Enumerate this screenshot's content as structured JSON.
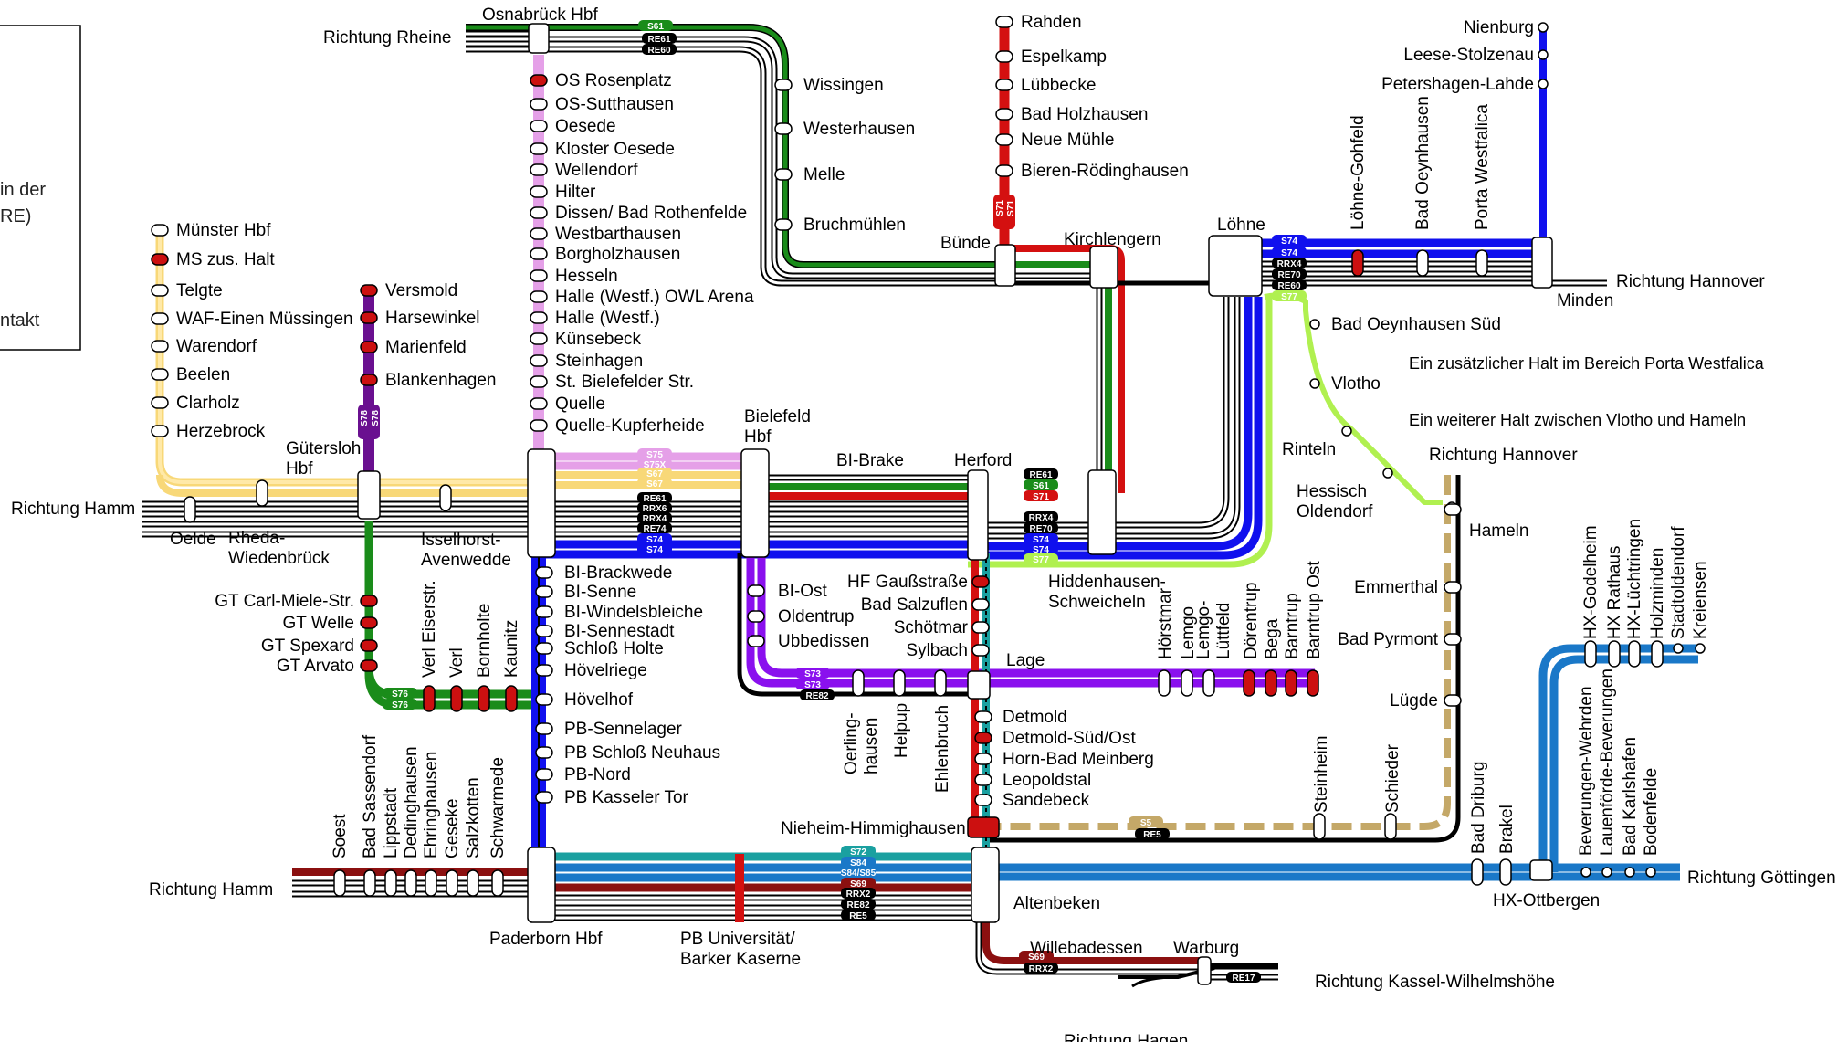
{
  "colors": {
    "re": "#000000",
    "s61": "#1a8c1a",
    "s71": "#d41010",
    "s74": "#1010ee",
    "s75": "#e5a0e8",
    "s67": "#f8d878",
    "s78": "#6a1090",
    "s73": "#8a10ee",
    "s5": "#c4a868",
    "s72": "#1aa0a0",
    "s84": "#1a78c8",
    "s69": "#8b1010",
    "s77": "#b0f050",
    "s76": "#1a8c1a",
    "stop_red": "#cc1010"
  },
  "legend": {
    "lines": [
      "in der",
      "RE)",
      "ntakt"
    ]
  },
  "directions": {
    "rheine": "Richtung Rheine",
    "hannover_top": "Richtung Hannover",
    "hannover_mid": "Richtung Hannover",
    "hamm_top": "Richtung Hamm",
    "hamm_bottom": "Richtung Hamm",
    "goettingen": "Richtung Göttingen",
    "kassel": "Richtung Kassel-Wilhelmshöhe",
    "hagen": "Richtung Hagen"
  },
  "notes": {
    "porta": "Ein zusätzlicher Halt im Bereich Porta Westfalica",
    "vlotho": "Ein weiterer Halt zwischen Vlotho und Hameln"
  },
  "hubs": {
    "osnabrueck": "Osnabrück Hbf",
    "buende": "Bünde",
    "kirchlengern": "Kirchlengern",
    "loehne": "Löhne",
    "minden": "Minden",
    "guetersloh": [
      "Gütersloh",
      "Hbf"
    ],
    "bielefeld": [
      "Bielefeld",
      "Hbf"
    ],
    "herford": "Herford",
    "bi_brake": "BI-Brake",
    "hiddenhausen": [
      "Hiddenhausen-",
      "Schweicheln"
    ],
    "paderborn": "Paderborn Hbf",
    "altenbeken": "Altenbeken",
    "hx_ottbergen": "HX-Ottbergen",
    "warburg": "Warburg",
    "willebadessen": "Willebadessen",
    "pb_uni": [
      "PB Universität/",
      "Barker Kaserne"
    ],
    "nieheim": "Nieheim-Himmighausen",
    "lage": "Lage",
    "hameln": "Hameln"
  },
  "stations": {
    "osna_line": [
      "OS Rosenplatz",
      "OS-Sutthausen",
      "Oesede",
      "Kloster Oesede",
      "Wellendorf",
      "Hilter",
      "Dissen/ Bad Rothenfelde",
      "Westbarthausen",
      "Borgholzhausen",
      "Hesseln",
      "Halle (Westf.) OWL Arena",
      "Halle (Westf.)",
      "Künsebeck",
      "Steinhagen",
      "St. Bielefelder Str.",
      "Quelle",
      "Quelle-Kupferheide"
    ],
    "melle_line": [
      "Wissingen",
      "Westerhausen",
      "Melle",
      "Bruchmühlen"
    ],
    "rahden_line": [
      "Rahden",
      "Espelkamp",
      "Lübbecke",
      "Bad Holzhausen",
      "Neue Mühle",
      "Bieren-Rödinghausen"
    ],
    "nienburg_line": [
      "Nienburg",
      "Leese-Stolzenau",
      "Petershagen-Lahde"
    ],
    "loehne_east": [
      "Löhne-Gohfeld",
      "Bad Oeynhausen",
      "Porta Westfalica"
    ],
    "muenster_line": [
      "Münster Hbf",
      "MS zus. Halt",
      "Telgte",
      "WAF-Einen Müssingen",
      "Warendorf",
      "Beelen",
      "Clarholz",
      "Herzebrock"
    ],
    "versmold_line": [
      "Versmold",
      "Harsewinkel",
      "Marienfeld",
      "Blankenhagen"
    ],
    "hamm_line": [
      "Oelde",
      "Rheda-",
      "Wiedenbrück",
      "Isselhorst-",
      "Avenwedde"
    ],
    "gt_line": [
      "GT Carl-Miele-Str.",
      "GT Welle",
      "GT Spexard",
      "GT Arvato"
    ],
    "gt_verl": [
      "Verl Eiserstr.",
      "Verl",
      "Bornholte",
      "Kaunitz"
    ],
    "senne_line": [
      "BI-Brackwede",
      "BI-Senne",
      "BI-Windelsbleiche",
      "BI-Sennestadt",
      "Schloß Holte",
      "Hövelriege",
      "Hövelhof",
      "PB-Sennelager",
      "PB Schloß Neuhaus",
      "PB-Nord",
      "PB Kasseler Tor"
    ],
    "oldentrup_line": [
      "BI-Ost",
      "Oldentrup",
      "Ubbedissen"
    ],
    "lage_line": [
      "Oerling-",
      "hausen",
      "Helpup",
      "Ehlenbruch"
    ],
    "herford_south": [
      "HF Gaußstraße",
      "Bad Salzuflen",
      "Schötmar",
      "Sylbach"
    ],
    "lemgo_line": [
      "Hörstmar",
      "Lemgo",
      "Lemgo-",
      "Lüttfeld",
      "Dörentrup",
      "Bega",
      "Barntrup",
      "Barntrup Ost"
    ],
    "detmold_line": [
      "Detmold",
      "Detmold-Süd/Ost",
      "Horn-Bad Meinberg",
      "Leopoldstal",
      "Sandebeck"
    ],
    "vlotho_line": [
      "Bad Oeynhausen Süd",
      "Vlotho",
      "Rinteln",
      "Hessisch",
      "Oldendorf"
    ],
    "hameln_line": [
      "Emmerthal",
      "Bad Pyrmont",
      "Lügde"
    ],
    "s5_line": [
      "Steinheim",
      "Schieder"
    ],
    "soest_line": [
      "Soest",
      "Bad Sassendorf",
      "Lippstadt",
      "Dedinghausen",
      "Ehringhausen",
      "Geseke",
      "Salzkotten",
      "Schwarmede"
    ],
    "hx_line": [
      "HX-Godelheim",
      "HX Rathaus",
      "HX-Lüchtringen",
      "Holzminden",
      "Stadtoldendorf",
      "Kreiensen"
    ],
    "bevern_line": [
      "Beverungen-Wehrden",
      "Lauenförde-Beverungen",
      "Bad Karlshafen",
      "Bodenfelde"
    ],
    "driburg_line": [
      "Bad Driburg",
      "Brakel"
    ]
  },
  "badges": {
    "osna": [
      "S61",
      "RE61",
      "RE60"
    ],
    "loehne": [
      "S74",
      "S74",
      "RRX4",
      "RE70",
      "RE60",
      "S77"
    ],
    "gt": [
      "S78",
      "S78"
    ],
    "bi_west": [
      "S75",
      "S75X",
      "S67",
      "S67",
      "RE61",
      "RRX6",
      "RRX4",
      "RE74",
      "S74",
      "S74"
    ],
    "herford": [
      "RE61",
      "S61",
      "S71",
      "RRX4",
      "RE70",
      "S74",
      "S74",
      "S77"
    ],
    "rahden": [
      "S71",
      "S71"
    ],
    "s76": [
      "S76",
      "S76"
    ],
    "s73": [
      "S73",
      "S73",
      "RE82"
    ],
    "s5": [
      "S5",
      "RE5"
    ],
    "pb": [
      "S72",
      "S84",
      "S84/S85",
      "S69",
      "RRX2",
      "RE82",
      "RE5"
    ],
    "warburg": [
      "S69",
      "RRX2",
      "RE17"
    ]
  }
}
